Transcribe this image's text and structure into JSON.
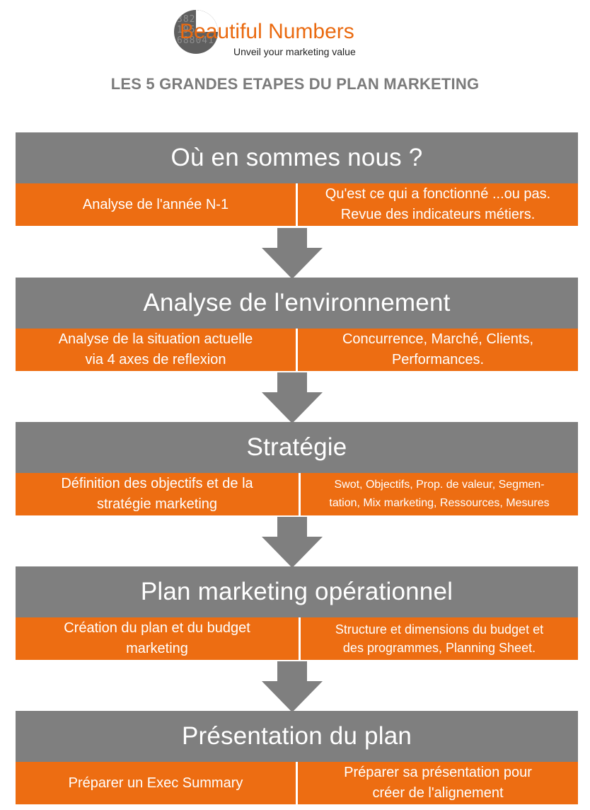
{
  "logo": {
    "brand": "Beautiful Numbers",
    "tagline": "Unveil your marketing value",
    "digits": "3825081953076880419"
  },
  "title": "LES 5 GRANDES ETAPES DU PLAN MARKETING",
  "colors": {
    "header": "#7f7f7f",
    "cell": "#ed6d12",
    "arrow": "#7f7f7f",
    "brand": "#ea6a10"
  },
  "stages": [
    {
      "title": "Où en sommes nous ?",
      "left": [
        "Analyse de l'année N-1"
      ],
      "right": [
        "Qu'est ce qui a fonctionné  ...ou pas.",
        "Revue des indicateurs métiers."
      ]
    },
    {
      "title": "Analyse de l'environnement",
      "left": [
        "Analyse de la situation actuelle",
        "via 4 axes de reflexion"
      ],
      "right": [
        "Concurrence, Marché, Clients,",
        "Performances."
      ]
    },
    {
      "title": "Stratégie",
      "left": [
        "Définition des objectifs et de la",
        "stratégie marketing"
      ],
      "right": [
        "Swot, Objectifs, Prop. de valeur, Segmen-",
        "tation, Mix marketing, Ressources, Mesures"
      ]
    },
    {
      "title": "Plan marketing opérationnel",
      "left": [
        "Création du plan et du budget",
        "marketing"
      ],
      "right": [
        "Structure et dimensions du budget et",
        "des programmes, Planning Sheet."
      ]
    },
    {
      "title": "Présentation du plan",
      "left": [
        "Préparer un Exec Summary"
      ],
      "right": [
        "Préparer sa présentation pour",
        "créer de l'alignement"
      ]
    }
  ]
}
